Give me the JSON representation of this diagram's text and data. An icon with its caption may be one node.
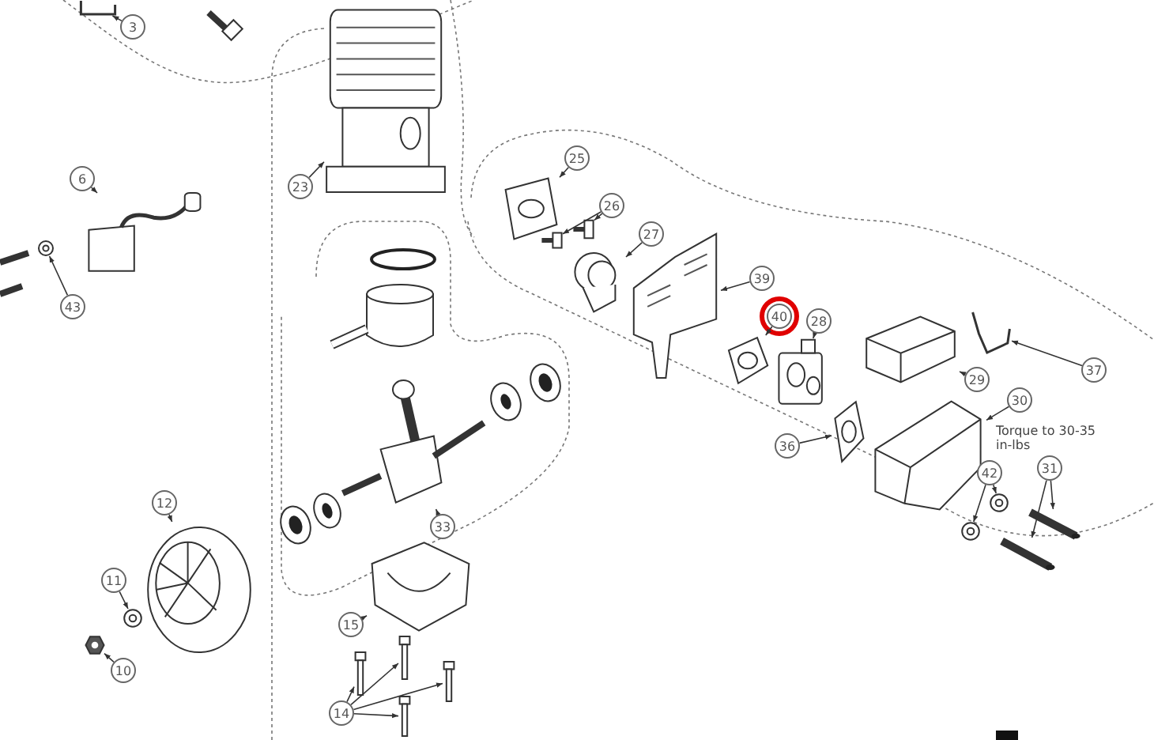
{
  "diagram": {
    "nodes": [
      {
        "text": [
          "3"
        ]
      },
      {
        "text": [],
        "shape": "picture"
      },
      {
        "text": [
          "6"
        ]
      },
      {
        "text": [],
        "shape": "picture"
      },
      {
        "text": [
          "43"
        ]
      },
      {
        "text": [],
        "shape": "picture"
      },
      {
        "text": [
          "23"
        ]
      },
      {
        "text": [],
        "shape": "picture"
      },
      {
        "text": [
          "25"
        ]
      },
      {
        "text": [],
        "shape": "picture"
      },
      {
        "text": [
          "26"
        ]
      },
      {
        "text": [],
        "shape": "picture"
      },
      {
        "text": [],
        "shape": "picture"
      },
      {
        "text": [
          "27"
        ]
      },
      {
        "text": [],
        "shape": "picture"
      },
      {
        "text": [
          "39"
        ]
      },
      {
        "text": [],
        "shape": "picture"
      },
      {
        "text": [
          "40"
        ]
      },
      {
        "text": [],
        "shape": "picture"
      },
      {
        "text": [
          "28"
        ]
      },
      {
        "text": [],
        "shape": "picture"
      },
      {
        "text": [
          "29"
        ]
      },
      {
        "text": [],
        "shape": "picture"
      },
      {
        "text": [
          "37"
        ]
      },
      {
        "text": [],
        "shape": "picture"
      },
      {
        "text": [
          "30"
        ]
      },
      {
        "text": [],
        "shape": "picture"
      },
      {
        "text": [
          "36"
        ]
      },
      {
        "text": [],
        "shape": "picture"
      },
      {
        "text": [
          "42"
        ]
      },
      {
        "text": [],
        "shape": "picture"
      },
      {
        "text": [],
        "shape": "picture"
      },
      {
        "text": [
          "31"
        ]
      },
      {
        "text": [],
        "shape": "picture"
      },
      {
        "text": [],
        "shape": "picture"
      },
      {
        "text": [
          "33"
        ]
      },
      {
        "text": [],
        "shape": "picture"
      },
      {
        "text": [
          "12"
        ]
      },
      {
        "text": [],
        "shape": "picture"
      },
      {
        "text": [
          "11"
        ]
      },
      {
        "text": [],
        "shape": "picture"
      },
      {
        "text": [
          "10"
        ]
      },
      {
        "text": [],
        "shape": "picture"
      },
      {
        "text": [
          "15"
        ]
      },
      {
        "text": [],
        "shape": "picture"
      },
      {
        "text": [
          "14"
        ]
      },
      {
        "text": [],
        "shape": "picture"
      },
      {
        "text": [],
        "shape": "picture"
      },
      {
        "text": [],
        "shape": "picture"
      },
      {
        "text": [],
        "shape": "picture"
      }
    ],
    "edges": [
      {
        "from": 0,
        "to": 1,
        "arrow": "to"
      },
      {
        "from": 2,
        "to": 3,
        "arrow": "to"
      },
      {
        "from": 4,
        "to": 5,
        "arrow": "to"
      },
      {
        "from": 6,
        "to": 7,
        "arrow": "to"
      },
      {
        "from": 8,
        "to": 9,
        "arrow": "to"
      },
      {
        "from": 10,
        "to": 11,
        "arrow": "to"
      },
      {
        "from": 10,
        "to": 12,
        "arrow": "to"
      },
      {
        "from": 13,
        "to": 14,
        "arrow": "to"
      },
      {
        "from": 15,
        "to": 16,
        "arrow": "to"
      },
      {
        "from": 17,
        "to": 18,
        "arrow": "to"
      },
      {
        "from": 19,
        "to": 20,
        "arrow": "to"
      },
      {
        "from": 21,
        "to": 22,
        "arrow": "to"
      },
      {
        "from": 23,
        "to": 24,
        "arrow": "to"
      },
      {
        "from": 25,
        "to": 26,
        "arrow": "to"
      },
      {
        "from": 27,
        "to": 28,
        "arrow": "to"
      },
      {
        "from": 29,
        "to": 30,
        "arrow": "to"
      },
      {
        "from": 29,
        "to": 31,
        "arrow": "to"
      },
      {
        "from": 32,
        "to": 33,
        "arrow": "to"
      },
      {
        "from": 32,
        "to": 34,
        "arrow": "to"
      },
      {
        "from": 35,
        "to": 36,
        "arrow": "to"
      },
      {
        "from": 37,
        "to": 38,
        "arrow": "to"
      },
      {
        "from": 39,
        "to": 40,
        "arrow": "to"
      },
      {
        "from": 41,
        "to": 42,
        "arrow": "to"
      },
      {
        "from": 43,
        "to": 44,
        "arrow": "to"
      },
      {
        "from": 45,
        "to": 46,
        "arrow": "to"
      },
      {
        "from": 45,
        "to": 47,
        "arrow": "to"
      },
      {
        "from": 45,
        "to": 48,
        "arrow": "to"
      },
      {
        "from": 45,
        "to": 49,
        "arrow": "to"
      }
    ],
    "labels": [
      "Torque to 30-35 in-lbs"
    ]
  }
}
